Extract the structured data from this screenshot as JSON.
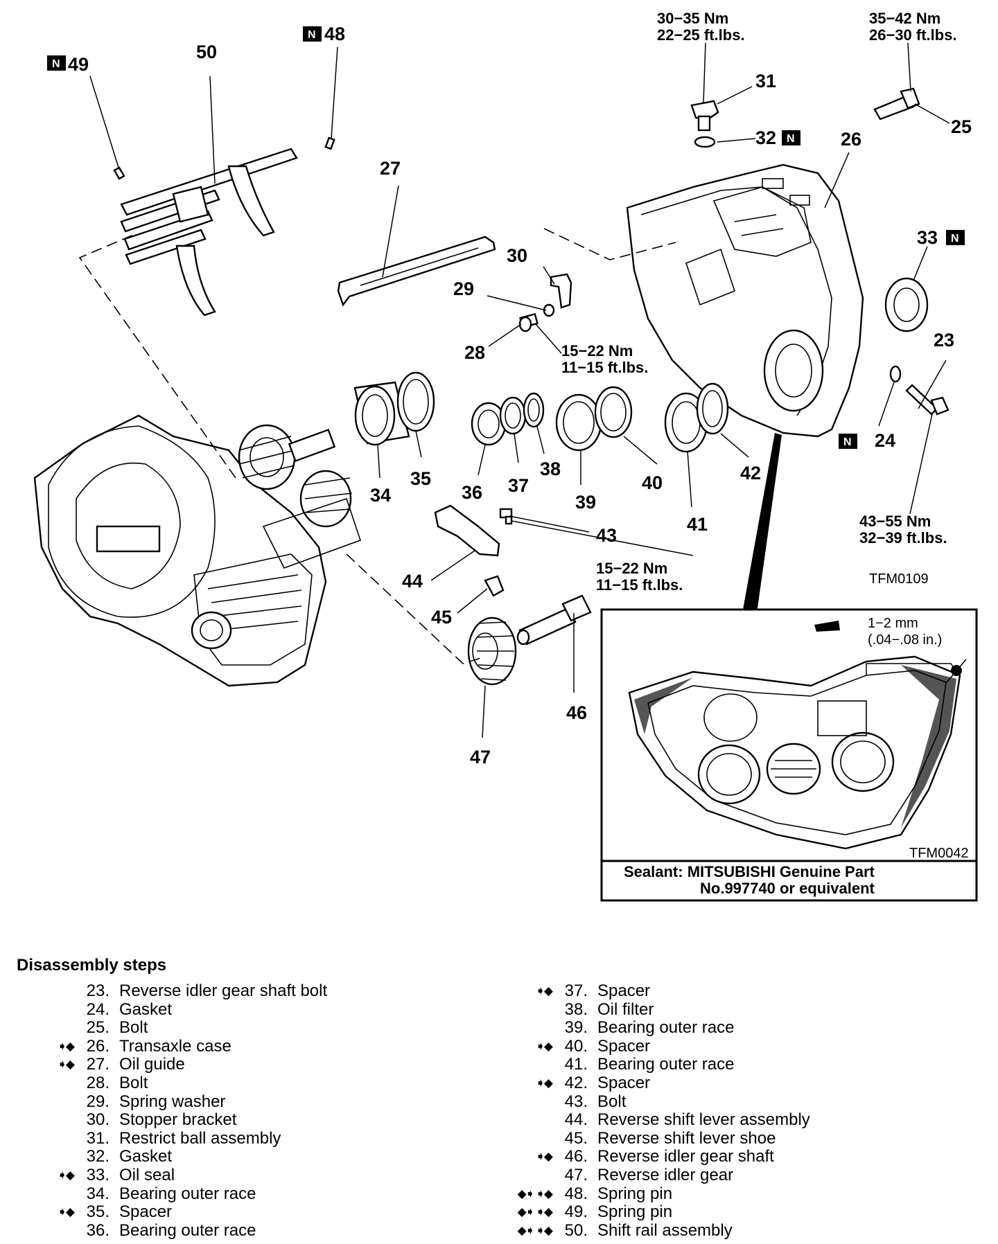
{
  "diagram": {
    "callouts": [
      "23",
      "24",
      "25",
      "26",
      "27",
      "28",
      "29",
      "30",
      "31",
      "32",
      "33",
      "34",
      "35",
      "36",
      "37",
      "38",
      "39",
      "40",
      "41",
      "42",
      "43",
      "44",
      "45",
      "46",
      "47",
      "48",
      "49",
      "50"
    ],
    "new_part_mark": "N",
    "torque": {
      "t31_nm": "30−35 Nm",
      "t31_ft": "22−25 ft.lbs.",
      "t25_nm": "35−42 Nm",
      "t25_ft": "26−30 ft.lbs.",
      "t28_nm": "15−22 Nm",
      "t28_ft": "11−15 ft.lbs.",
      "t43_nm": "15−22 Nm",
      "t43_ft": "11−15 ft.lbs.",
      "t23_nm": "43−55 Nm",
      "t23_ft": "32−39 ft.lbs."
    },
    "figure_code_main": "TFM0109",
    "inset": {
      "gap_mm": "1−2 mm",
      "gap_in": "(.04−.08 in.)",
      "figure_code": "TFM0042",
      "sealant_line1": "Sealant: MITSUBISHI Genuine Part",
      "sealant_line2": "No.997740 or equivalent"
    }
  },
  "steps": {
    "title": "Disassembly steps",
    "left": [
      {
        "mark": "",
        "num": "23.",
        "text": "Reverse idler gear shaft bolt"
      },
      {
        "mark": "",
        "num": "24.",
        "text": "Gasket"
      },
      {
        "mark": "",
        "num": "25.",
        "text": "Bolt"
      },
      {
        "mark": "➧◆",
        "num": "26.",
        "text": "Transaxle case"
      },
      {
        "mark": "➧◆",
        "num": "27.",
        "text": "Oil guide"
      },
      {
        "mark": "",
        "num": "28.",
        "text": "Bolt"
      },
      {
        "mark": "",
        "num": "29.",
        "text": "Spring washer"
      },
      {
        "mark": "",
        "num": "30.",
        "text": "Stopper bracket"
      },
      {
        "mark": "",
        "num": "31.",
        "text": "Restrict ball assembly"
      },
      {
        "mark": "",
        "num": "32.",
        "text": "Gasket"
      },
      {
        "mark": "➧◆",
        "num": "33.",
        "text": "Oil seal"
      },
      {
        "mark": "",
        "num": "34.",
        "text": "Bearing outer race"
      },
      {
        "mark": "➧◆",
        "num": "35.",
        "text": "Spacer"
      },
      {
        "mark": "",
        "num": "36.",
        "text": "Bearing outer race"
      }
    ],
    "right": [
      {
        "mark": "➧◆",
        "num": "37.",
        "text": "Spacer"
      },
      {
        "mark": "",
        "num": "38.",
        "text": "Oil filter"
      },
      {
        "mark": "",
        "num": "39.",
        "text": "Bearing outer race"
      },
      {
        "mark": "➧◆",
        "num": "40.",
        "text": "Spacer"
      },
      {
        "mark": "",
        "num": "41.",
        "text": "Bearing outer race"
      },
      {
        "mark": "➧◆",
        "num": "42.",
        "text": "Spacer"
      },
      {
        "mark": "",
        "num": "43.",
        "text": "Bolt"
      },
      {
        "mark": "",
        "num": "44.",
        "text": "Reverse shift lever assembly"
      },
      {
        "mark": "",
        "num": "45.",
        "text": "Reverse shift lever shoe"
      },
      {
        "mark": "➧◆",
        "num": "46.",
        "text": "Reverse idler gear shaft"
      },
      {
        "mark": "",
        "num": "47.",
        "text": "Reverse idler gear"
      },
      {
        "mark": "◆➧ ➧◆",
        "num": "48.",
        "text": "Spring pin"
      },
      {
        "mark": "◆➧ ➧◆",
        "num": "49.",
        "text": "Spring pin"
      },
      {
        "mark": "◆➧ ➧◆",
        "num": "50.",
        "text": "Shift rail assembly"
      }
    ]
  }
}
